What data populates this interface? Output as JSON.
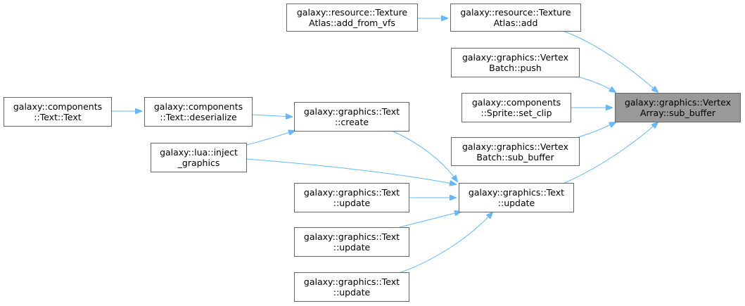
{
  "diagram": {
    "colors": {
      "edge": "#63b8ff",
      "node_border": "#666666",
      "node_fill": "#ffffff",
      "highlight_fill": "#999999"
    },
    "nodes": {
      "target": {
        "line1": "galaxy::graphics::Vertex",
        "line2": "Array::sub_buffer"
      },
      "atlas_add": {
        "line1": "galaxy::resource::Texture",
        "line2": "Atlas::add"
      },
      "atlas_add_from_vfs": {
        "line1": "galaxy::resource::Texture",
        "line2": "Atlas::add_from_vfs"
      },
      "vbatch_push": {
        "line1": "galaxy::graphics::Vertex",
        "line2": "Batch::push"
      },
      "sprite_set_clip": {
        "line1": "galaxy::components",
        "line2": "::Sprite::set_clip"
      },
      "vbatch_sub_buffer": {
        "line1": "galaxy::graphics::Vertex",
        "line2": "Batch::sub_buffer"
      },
      "text_update_main": {
        "line1": "galaxy::graphics::Text",
        "line2": "::update"
      },
      "text_create": {
        "line1": "galaxy::graphics::Text",
        "line2": "::create"
      },
      "comp_text_deserialize": {
        "line1": "galaxy::components",
        "line2": "::Text::deserialize"
      },
      "comp_text_ctor": {
        "line1": "galaxy::components",
        "line2": "::Text::Text"
      },
      "lua_inject": {
        "line1": "galaxy::lua::inject",
        "line2": "_graphics"
      },
      "text_update_a": {
        "line1": "galaxy::graphics::Text",
        "line2": "::update"
      },
      "text_update_b": {
        "line1": "galaxy::graphics::Text",
        "line2": "::update"
      },
      "text_update_c": {
        "line1": "galaxy::graphics::Text",
        "line2": "::update"
      }
    }
  }
}
